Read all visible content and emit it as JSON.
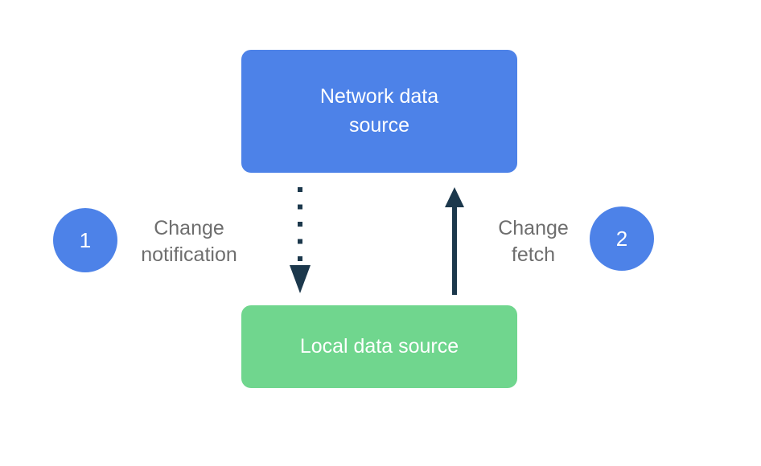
{
  "diagram": {
    "nodes": {
      "network": {
        "label": "Network data source",
        "color": "#4D82E8"
      },
      "local": {
        "label": "Local data source",
        "color": "#70D68E"
      }
    },
    "steps": [
      {
        "number": "1",
        "label": "Change notification"
      },
      {
        "number": "2",
        "label": "Change fetch"
      }
    ],
    "arrows": [
      {
        "name": "change-notification-arrow",
        "style": "dotted",
        "direction": "down",
        "from": "network",
        "to": "local"
      },
      {
        "name": "change-fetch-arrow",
        "style": "solid",
        "direction": "up",
        "from": "local",
        "to": "network"
      }
    ],
    "colors": {
      "node_blue": "#4D82E8",
      "node_green": "#70D68E",
      "arrow": "#1C384C",
      "label_text": "#6E6E6E",
      "badge": "#4D82E8",
      "node_text": "#FFFFFF",
      "background": "#FFFFFF"
    }
  }
}
